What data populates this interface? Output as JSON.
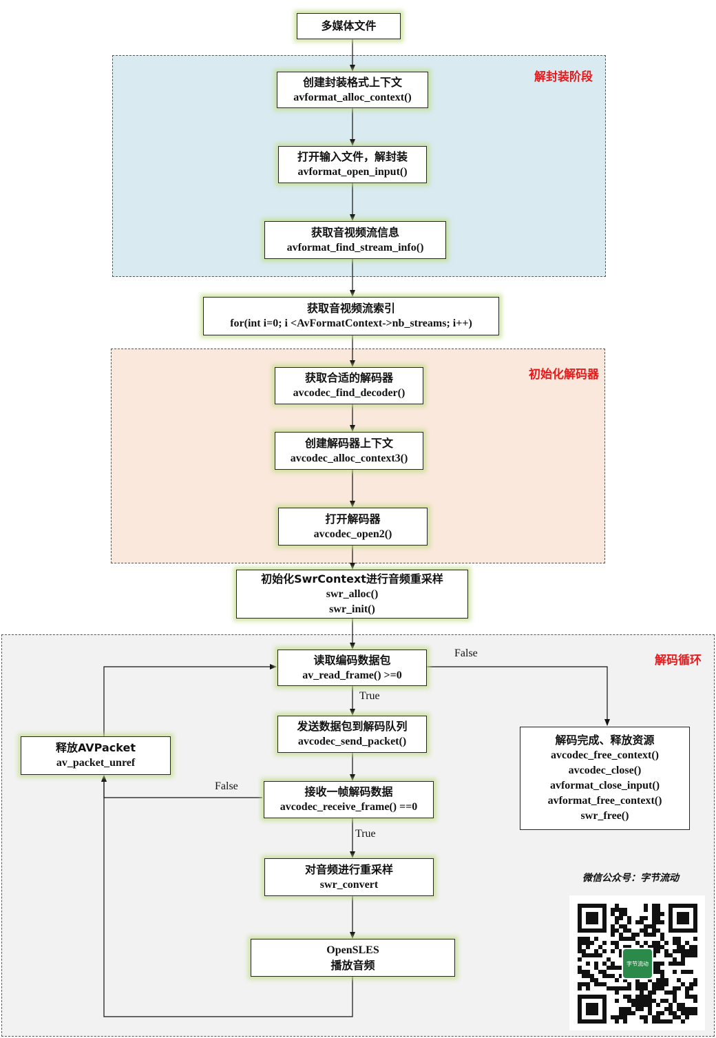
{
  "nodes": {
    "media_file": [
      "多媒体文件"
    ],
    "alloc_format_ctx": [
      "创建封装格式上下文",
      "avformat_alloc_context()"
    ],
    "open_input": [
      "打开输入文件，解封装",
      "avformat_open_input()"
    ],
    "find_stream_info": [
      "获取音视频流信息",
      "avformat_find_stream_info()"
    ],
    "stream_index": [
      "获取音视频流索引",
      "for(int i=0; i <AvFormatContext->nb_streams; i++)"
    ],
    "find_decoder": [
      "获取合适的解码器",
      "avcodec_find_decoder()"
    ],
    "alloc_codec_ctx": [
      "创建解码器上下文",
      "avcodec_alloc_context3()"
    ],
    "open_codec": [
      "打开解码器",
      "avcodec_open2()"
    ],
    "swr_init": [
      "初始化SwrContext进行音频重采样",
      "swr_alloc()",
      "swr_init()"
    ],
    "read_frame": [
      "读取编码数据包",
      "av_read_frame() >=0"
    ],
    "send_packet": [
      "发送数据包到解码队列",
      "avcodec_send_packet()"
    ],
    "receive_frame": [
      "接收一帧解码数据",
      "avcodec_receive_frame() ==0"
    ],
    "swr_convert": [
      "对音频进行重采样",
      "swr_convert"
    ],
    "opensles": [
      "OpenSLES",
      "播放音频"
    ],
    "packet_unref": [
      "释放AVPacket",
      "av_packet_unref"
    ],
    "cleanup": [
      "解码完成、释放资源",
      "avcodec_free_context()",
      "avcodec_close()",
      "avformat_close_input()",
      "avformat_free_context()",
      "swr_free()"
    ]
  },
  "regions": {
    "demux": "解封装阶段",
    "init_decoder": "初始化解码器",
    "decode_loop": "解码循环"
  },
  "edge_labels": {
    "read_false": "False",
    "read_true": "True",
    "receive_false": "False",
    "receive_true": "True"
  },
  "watermark": "微信公众号：字节流动",
  "qr_center_label": "字节流动",
  "colors": {
    "demux_bg": "#d9ebf1",
    "init_bg": "#fae8dc",
    "loop_bg": "#f2f2f2",
    "region_label": "#e8191b",
    "node_glow": "#c4dd8c",
    "qr_center": "#2b8a4a"
  }
}
